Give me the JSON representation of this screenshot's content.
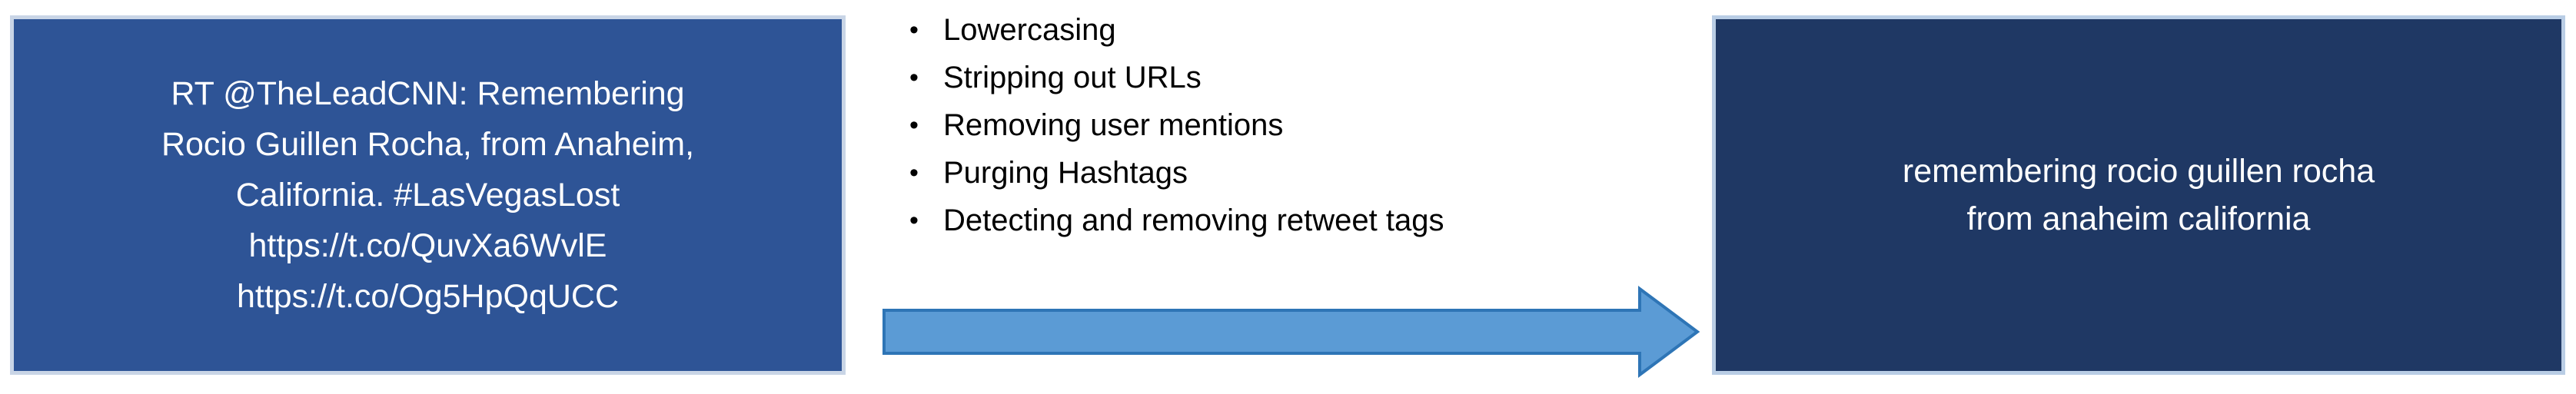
{
  "diagram": {
    "type": "text-preprocessing-pipeline",
    "colors": {
      "input_box_fill": "#2E5496",
      "input_box_border": "#C9D5E6",
      "output_box_fill": "#1F3864",
      "output_box_border": "#B9CDE5",
      "arrow_fill": "#5B9BD5",
      "arrow_stroke": "#2E75B6",
      "text_light": "#FFFFFF",
      "text_dark": "#000000",
      "background": "#FFFFFF"
    }
  },
  "input_box": {
    "name": "raw-tweet",
    "lines": [
      "RT @TheLeadCNN: Remembering",
      "Rocio Guillen Rocha, from Anaheim,",
      "California. #LasVegasLost",
      "https://t.co/QuvXa6WvlE",
      "https://t.co/Og5HpQqUCC"
    ]
  },
  "steps": {
    "bullet_glyph": "•",
    "items": [
      {
        "label": "Lowercasing"
      },
      {
        "label": "Stripping out URLs"
      },
      {
        "label": "Removing user mentions"
      },
      {
        "label": "Purging Hashtags"
      },
      {
        "label": "Detecting and removing retweet tags"
      }
    ]
  },
  "arrow": {
    "name": "process-arrow",
    "direction": "right"
  },
  "output_box": {
    "name": "cleaned-tweet",
    "lines": [
      "remembering rocio guillen rocha",
      "from anaheim california"
    ]
  }
}
